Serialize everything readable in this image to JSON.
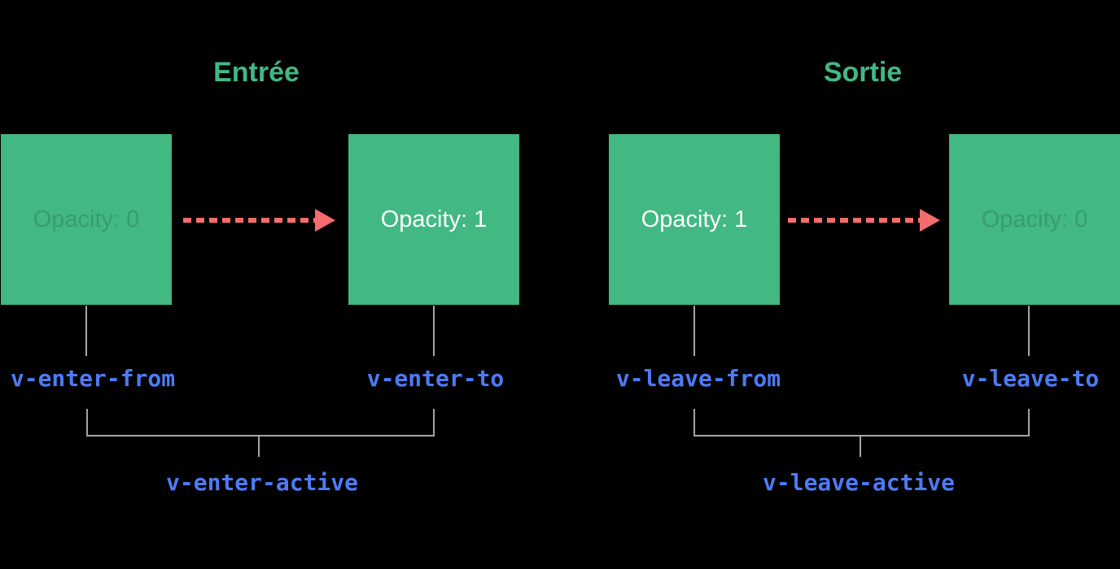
{
  "colors": {
    "background": "#000000",
    "box_green": "#42b883",
    "title_green": "#42b883",
    "code_blue": "#4d7bf5",
    "arrow_red": "#f56c6c",
    "connector_gray": "#a5a5a5",
    "box_text_white": "#ffffff",
    "faint_text": "rgba(0,0,0,0.15)"
  },
  "enter": {
    "title": "Entrée",
    "from_box_label": "Opacity: 0",
    "to_box_label": "Opacity: 1",
    "from_class": "v-enter-from",
    "to_class": "v-enter-to",
    "active_class": "v-enter-active"
  },
  "leave": {
    "title": "Sortie",
    "from_box_label": "Opacity: 1",
    "to_box_label": "Opacity: 0",
    "from_class": "v-leave-from",
    "to_class": "v-leave-to",
    "active_class": "v-leave-active"
  }
}
